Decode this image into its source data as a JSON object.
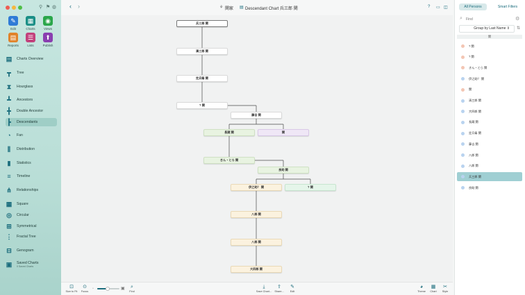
{
  "window": {
    "title_prefix": "関家",
    "chart_title": "Descendant Chart 兵三郎 関"
  },
  "toolbar": {
    "help": "?",
    "back": "‹",
    "forward": "›"
  },
  "sidebar": {
    "big_buttons": [
      {
        "label": "Edit",
        "icon": "pencil-icon",
        "color": "#2f7bd6",
        "glyph": "✎"
      },
      {
        "label": "Charts",
        "icon": "charts-icon",
        "color": "#1a8f86",
        "glyph": "▦"
      },
      {
        "label": "Views",
        "icon": "eye-icon",
        "color": "#2aa64a",
        "glyph": "◉"
      },
      {
        "label": "Reports",
        "icon": "reports-icon",
        "color": "#e0832b",
        "glyph": "▤"
      },
      {
        "label": "Lists",
        "icon": "lists-icon",
        "color": "#c2417c",
        "glyph": "☰"
      },
      {
        "label": "Publish",
        "icon": "publish-icon",
        "color": "#8a3fb0",
        "glyph": "⬆"
      }
    ],
    "items": [
      {
        "label": "Charts Overview",
        "icon": "charts-overview-icon",
        "glyph": "▤"
      },
      {
        "label": "Tree",
        "icon": "tree-icon",
        "glyph": "┳"
      },
      {
        "label": "Hourglass",
        "icon": "hourglass-icon",
        "glyph": "⧗"
      },
      {
        "label": "Ancestors",
        "icon": "ancestors-icon",
        "glyph": "┻"
      },
      {
        "label": "Double Ancestor",
        "icon": "double-ancestor-icon",
        "glyph": "╋"
      },
      {
        "label": "Descendants",
        "icon": "descendants-icon",
        "glyph": "┣"
      },
      {
        "label": "Fan",
        "icon": "fan-icon",
        "glyph": "◔"
      },
      {
        "label": "Distribution",
        "icon": "distribution-icon",
        "glyph": "⫼"
      },
      {
        "label": "Statistics",
        "icon": "statistics-icon",
        "glyph": "▮"
      },
      {
        "label": "Timeline",
        "icon": "timeline-icon",
        "glyph": "≡"
      },
      {
        "label": "Relationships",
        "icon": "relationships-icon",
        "glyph": "⋔"
      },
      {
        "label": "Square",
        "icon": "square-icon",
        "glyph": "▦"
      },
      {
        "label": "Circular",
        "icon": "circular-icon",
        "glyph": "◎"
      },
      {
        "label": "Symmetrical",
        "icon": "symmetrical-icon",
        "glyph": "⊞"
      },
      {
        "label": "Fractal Tree",
        "icon": "fractal-tree-icon",
        "glyph": "⋮"
      },
      {
        "label": "Genogram",
        "icon": "genogram-icon",
        "glyph": "⊟"
      },
      {
        "label": "Saved Charts",
        "icon": "saved-charts-icon",
        "glyph": "▣",
        "sub": "0 Saved Charts"
      }
    ]
  },
  "chart": {
    "nodes": [
      {
        "name": "兵三郎 関",
        "kind": "root"
      },
      {
        "name": "清三郎 関",
        "kind": "plain"
      },
      {
        "name": "定兵衛 関",
        "kind": "plain"
      },
      {
        "name": "? 関",
        "kind": "plain"
      },
      {
        "name": "藤吉 関",
        "kind": "plain"
      },
      {
        "name": "長蔵 関",
        "kind": "female"
      },
      {
        "name": "関",
        "kind": "other"
      },
      {
        "name": "きん・とら 関",
        "kind": "female"
      },
      {
        "name": "良助 関",
        "kind": "female"
      },
      {
        "name": "伊之助？ 関",
        "kind": "yellow"
      },
      {
        "name": "? 関",
        "kind": "green"
      },
      {
        "name": "八郎 関",
        "kind": "yellow"
      },
      {
        "name": "八郎 関",
        "kind": "yellow"
      },
      {
        "name": "大四郎 関",
        "kind": "yellow"
      }
    ]
  },
  "bottombar": {
    "size_to_fit": "Size to Fit",
    "focus": "Focus",
    "find": "Find",
    "save_chart": "Save Chart...",
    "share": "Share...",
    "edit": "Edit",
    "theme": "Theme",
    "chart": "Chart",
    "style": "Style"
  },
  "rightpanel": {
    "tab_all": "All Persons",
    "tab_smart": "Smart Filters",
    "find_placeholder": "Find",
    "group_by": "Group by Last Name",
    "section": "関",
    "persons": [
      {
        "name": "? 関",
        "gender": "female"
      },
      {
        "name": "? 関",
        "gender": "female"
      },
      {
        "name": "きん・とら 関",
        "gender": "female"
      },
      {
        "name": "伊之助？ 関",
        "gender": "male"
      },
      {
        "name": "関",
        "gender": "female"
      },
      {
        "name": "清三郎 関",
        "gender": "male"
      },
      {
        "name": "大四郎 関",
        "gender": "male"
      },
      {
        "name": "長蔵 関",
        "gender": "male"
      },
      {
        "name": "定兵衛 関",
        "gender": "male"
      },
      {
        "name": "藤吉 関",
        "gender": "male"
      },
      {
        "name": "八郎 関",
        "gender": "male"
      },
      {
        "name": "八郎 関",
        "gender": "male"
      },
      {
        "name": "兵三郎 関",
        "gender": "male",
        "selected": true
      },
      {
        "name": "良助 関",
        "gender": "male"
      }
    ],
    "colors": {
      "female": "#f3c6b4",
      "male": "#b9d3ef",
      "accent": "#2f8fa0"
    }
  }
}
